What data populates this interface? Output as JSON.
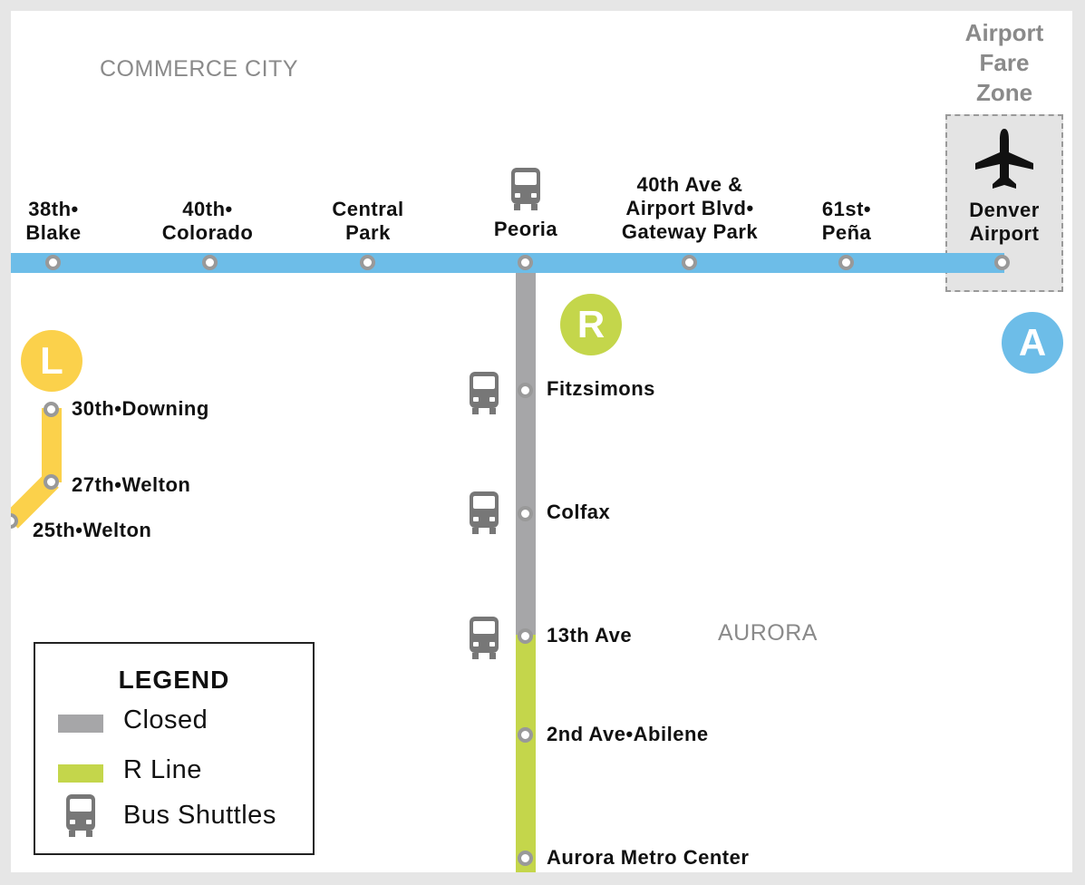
{
  "areas": {
    "commerce_city": "COMMERCE CITY",
    "aurora": "AURORA"
  },
  "fare_zone": {
    "title_lines": [
      "Airport",
      "Fare",
      "Zone"
    ],
    "icon": "airplane-icon"
  },
  "lines": {
    "A": {
      "badge": "A",
      "color": "#6dbde8"
    },
    "R": {
      "badge": "R",
      "color": "#c4d64b"
    },
    "L": {
      "badge": "L",
      "color": "#fbd14b"
    },
    "closed_color": "#a6a6a8"
  },
  "a_line_stations": [
    {
      "line1": "38th•",
      "line2": "Blake"
    },
    {
      "line1": "40th•",
      "line2": "Colorado"
    },
    {
      "line1": "Central",
      "line2": "Park"
    },
    {
      "line1": "Peoria",
      "line2": ""
    },
    {
      "line1": "40th Ave &",
      "line2": "Airport Blvd•",
      "line3": "Gateway Park"
    },
    {
      "line1": "61st•",
      "line2": "Peña"
    },
    {
      "line1": "Denver",
      "line2": "Airport"
    }
  ],
  "r_line_stations": [
    "Fitzsimons",
    "Colfax",
    "13th Ave",
    "2nd Ave•Abilene",
    "Aurora Metro Center"
  ],
  "l_line_stations": [
    "30th•Downing",
    "27th•Welton",
    "25th•Welton"
  ],
  "legend": {
    "title": "LEGEND",
    "items": [
      {
        "label": "Closed",
        "color": "#a6a6a8",
        "kind": "swatch"
      },
      {
        "label": "R Line",
        "color": "#c4d64b",
        "kind": "swatch"
      },
      {
        "label": "Bus Shuttles",
        "kind": "bus-icon"
      }
    ]
  }
}
